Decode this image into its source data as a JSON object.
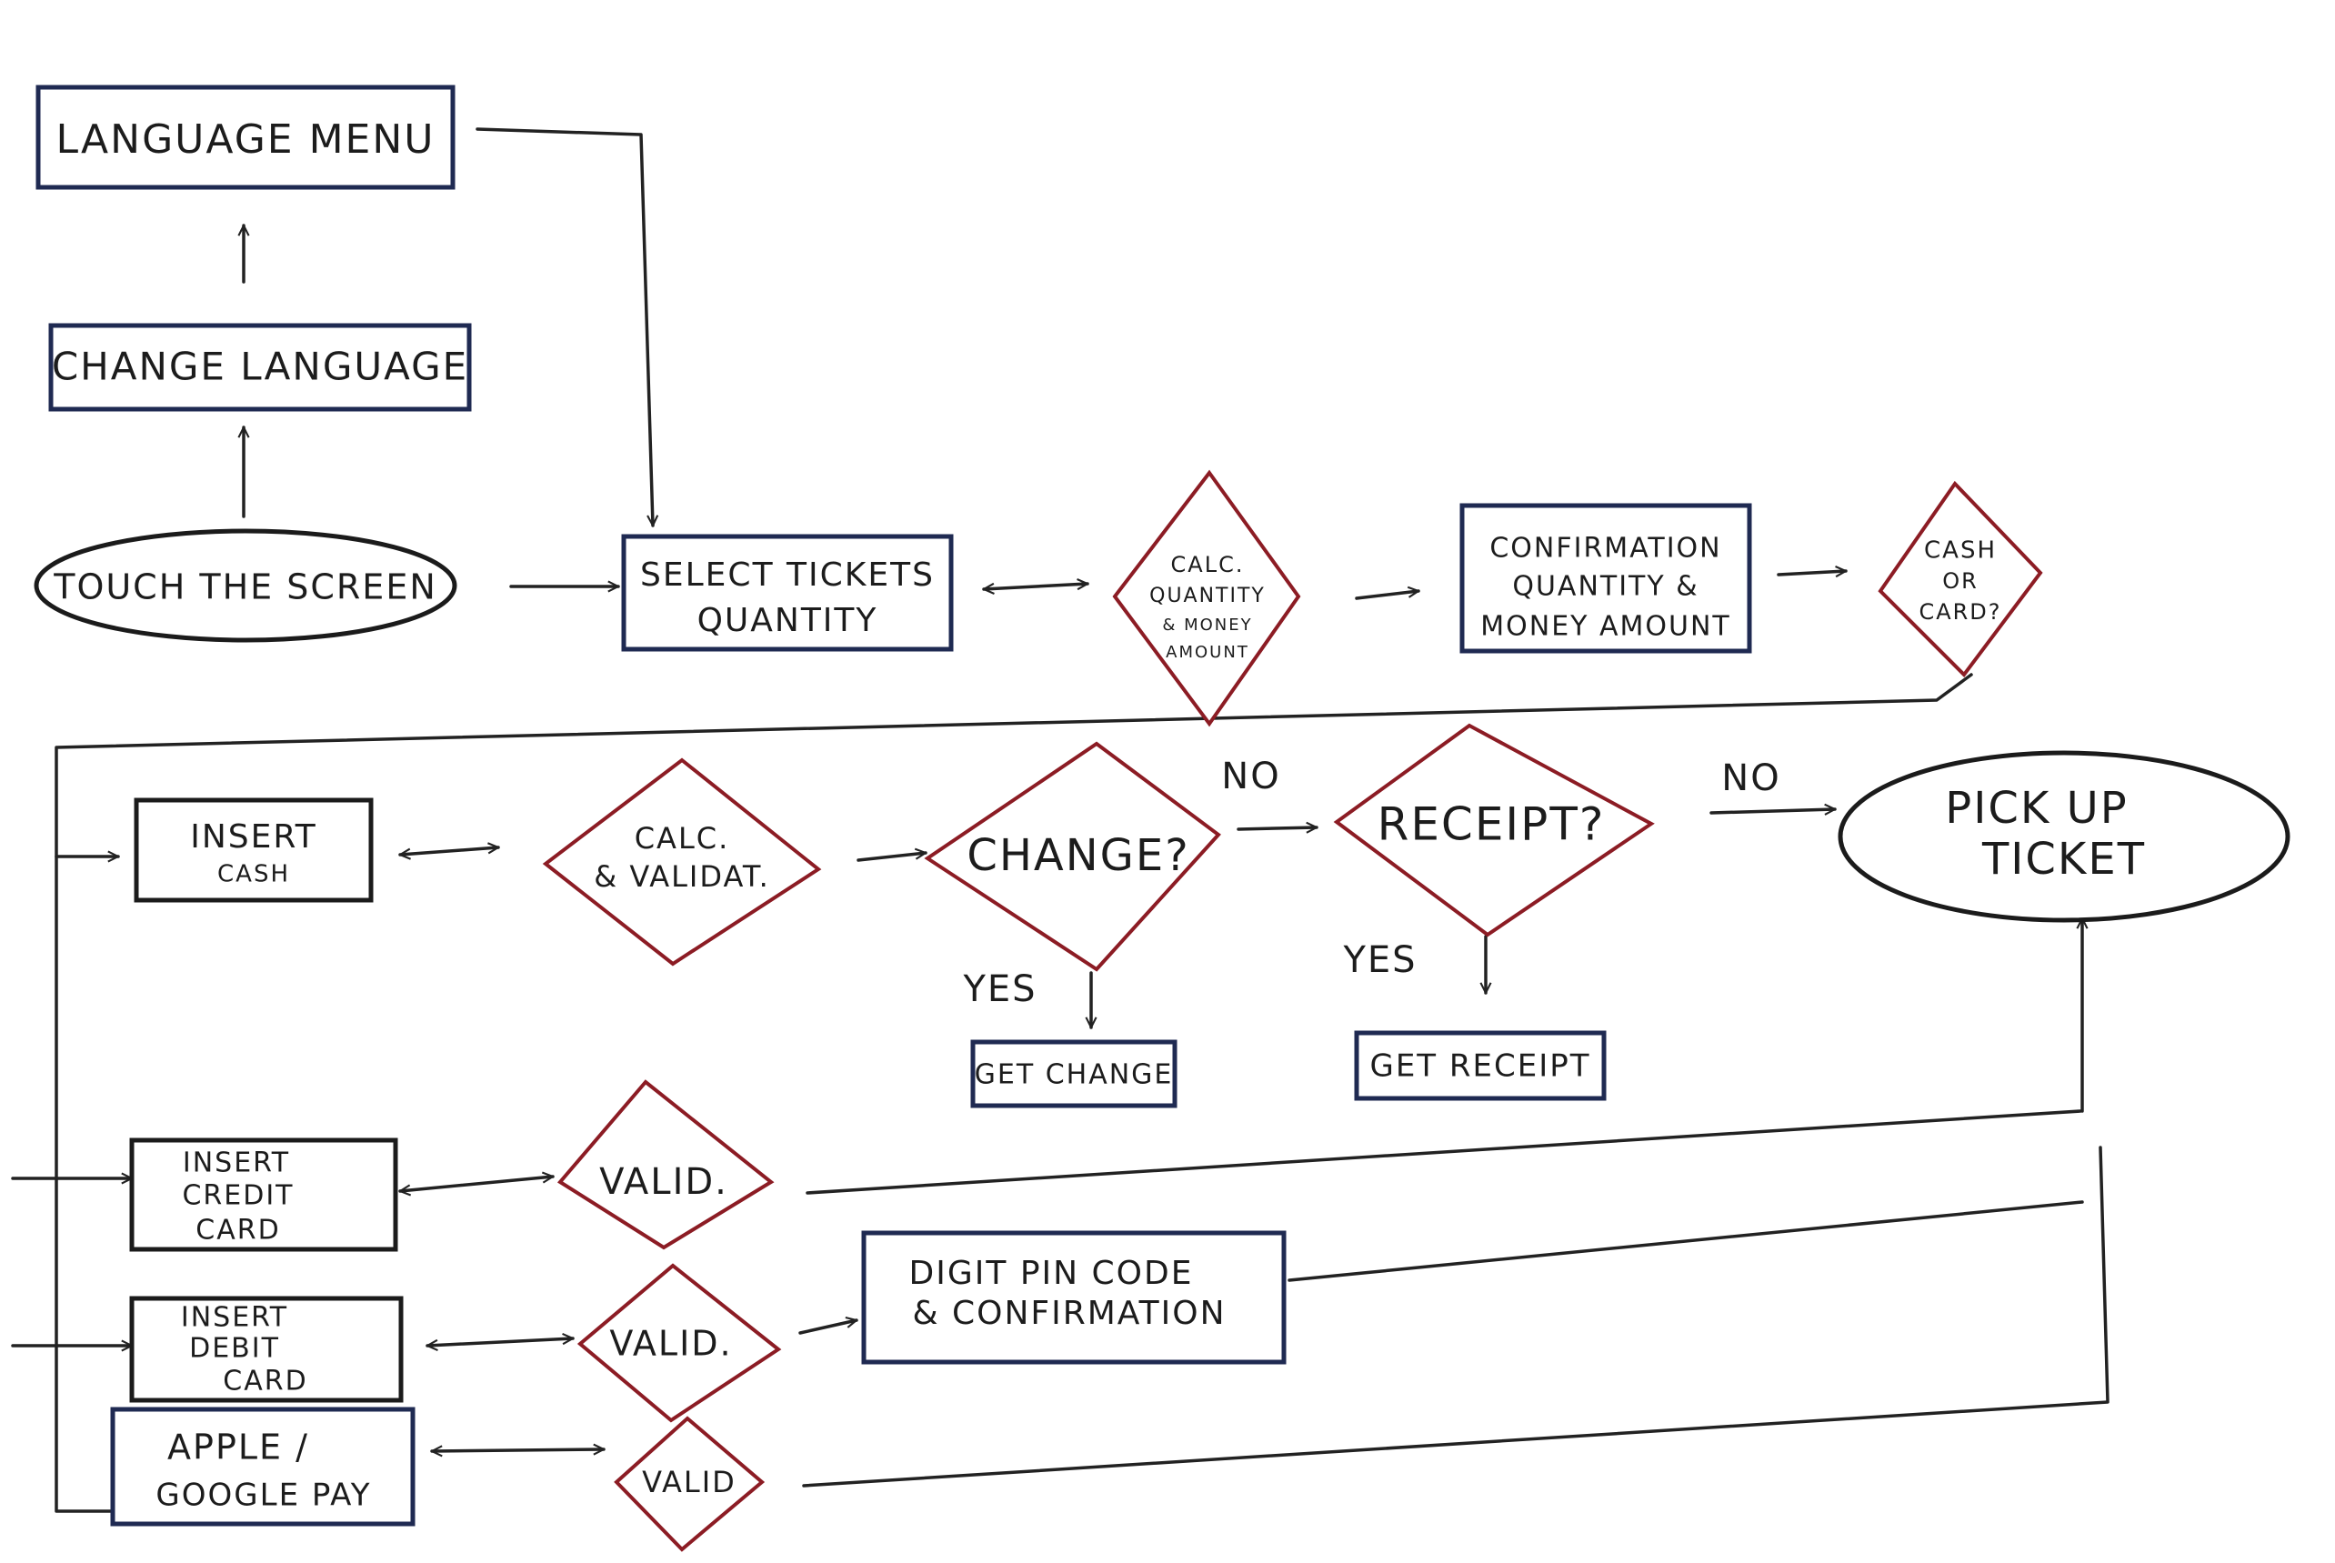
{
  "colors": {
    "box_stroke": "#1f2a52",
    "decision_stroke": "#8c1c24",
    "line": "#222222",
    "paper": "#ffffff"
  },
  "nodes": {
    "language_menu": [
      "LANGUAGE MENU"
    ],
    "change_language": [
      "CHANGE LANGUAGE"
    ],
    "touch_the_screen": [
      "TOUCH THE SCREEN"
    ],
    "select_tickets_quantity": [
      "SELECT TICKETS",
      "QUANTITY"
    ],
    "calc_quantity": [
      "CALC.",
      "QUANTITY",
      "& MONEY",
      "AMOUNT"
    ],
    "confirmation": [
      "CONFIRMATION",
      "QUANTITY &",
      "MONEY AMOUNT"
    ],
    "cash_or_card": [
      "CASH",
      "OR",
      "CARD?"
    ],
    "insert_cash": [
      "INSERT",
      "CASH"
    ],
    "calc_validat": [
      "CALC.",
      "& VALIDAT."
    ],
    "change": [
      "CHANGE?"
    ],
    "receipt": [
      "RECEIPT?"
    ],
    "pick_up_ticket": [
      "PICK UP",
      "TICKET"
    ],
    "get_change": [
      "GET CHANGE"
    ],
    "get_receipt": [
      "GET RECEIPT"
    ],
    "insert_credit_card": [
      "INSERT",
      "CREDIT",
      "CARD"
    ],
    "valid_credit": [
      "VALID."
    ],
    "insert_debit_card": [
      "INSERT",
      "DEBIT",
      "CARD"
    ],
    "valid_debit": [
      "VALID."
    ],
    "digit_pin": [
      "DIGIT PIN CODE",
      "& CONFIRMATION"
    ],
    "apple_google_pay": [
      "APPLE /",
      "GOOGLE PAY"
    ],
    "valid_pay": [
      "VALID"
    ]
  },
  "labels": {
    "no_change": "NO",
    "no_receipt": "NO",
    "yes_change": "YES",
    "yes_receipt": "YES"
  }
}
